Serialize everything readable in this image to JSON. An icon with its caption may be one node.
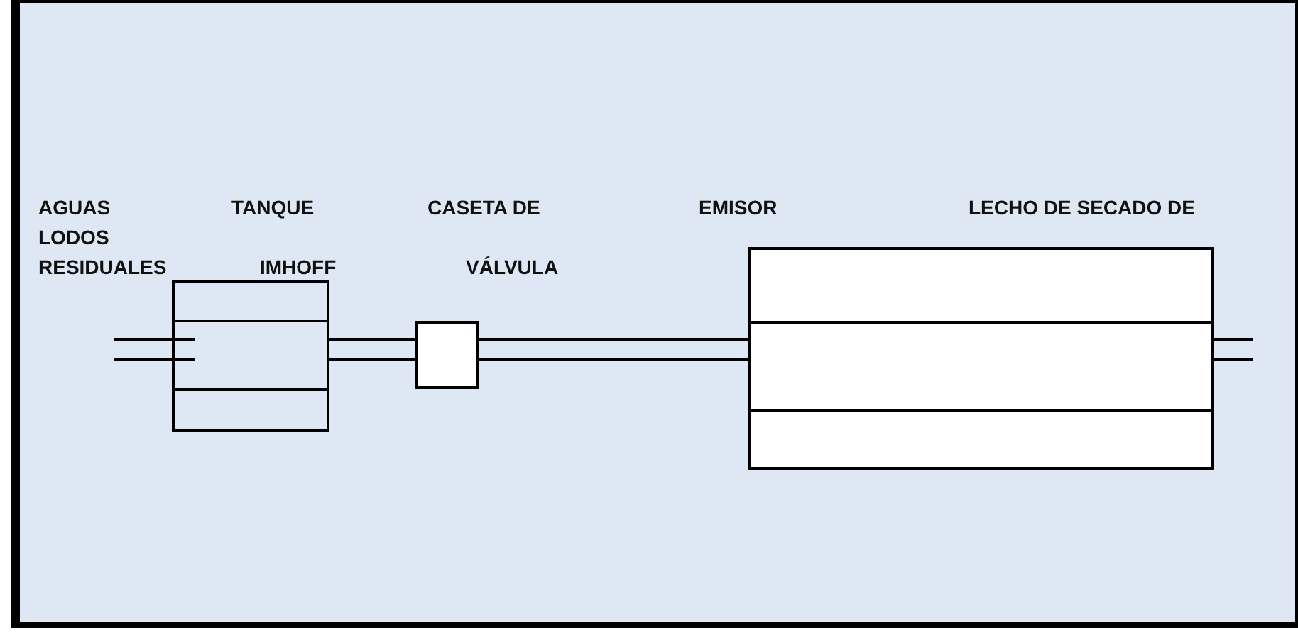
{
  "diagram": {
    "nodes": [
      {
        "text": [],
        "shape": "box"
      },
      {
        "text": [],
        "shape": "box"
      },
      {
        "text": [],
        "shape": "box"
      }
    ],
    "edges": [
      {
        "from": null,
        "to": 0,
        "arrow": "none"
      },
      {
        "from": 0,
        "to": 1,
        "arrow": "none"
      },
      {
        "from": 1,
        "to": 2,
        "arrow": "none"
      },
      {
        "from": 2,
        "to": null,
        "arrow": "none"
      }
    ],
    "labels": [
      "AGUAS",
      "TANQUE",
      "CASETA DE",
      "EMISOR",
      "LECHO DE SECADO DE",
      "LODOS",
      "RESIDUALES",
      "IMHOFF",
      "VÁLVULA"
    ]
  }
}
